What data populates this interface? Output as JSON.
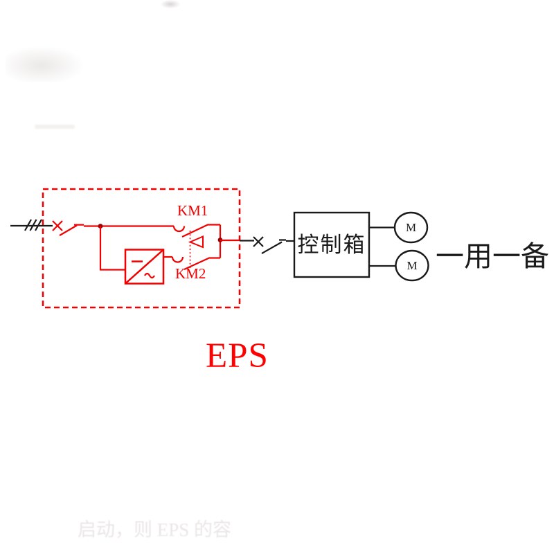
{
  "diagram": {
    "eps_unit": {
      "km1_label": "KM1",
      "km2_label": "KM2",
      "title": "EPS"
    },
    "control_box": {
      "label": "控制箱"
    },
    "motors": {
      "top_label": "M",
      "bottom_label": "M"
    },
    "caption": "一用一备",
    "watermark": "启动，则 EPS 的容"
  },
  "colors": {
    "circuit_red": "#f20000",
    "label_red": "#f20000",
    "eps_red": "#fe0000",
    "ink_black": "#1a1a1a"
  }
}
